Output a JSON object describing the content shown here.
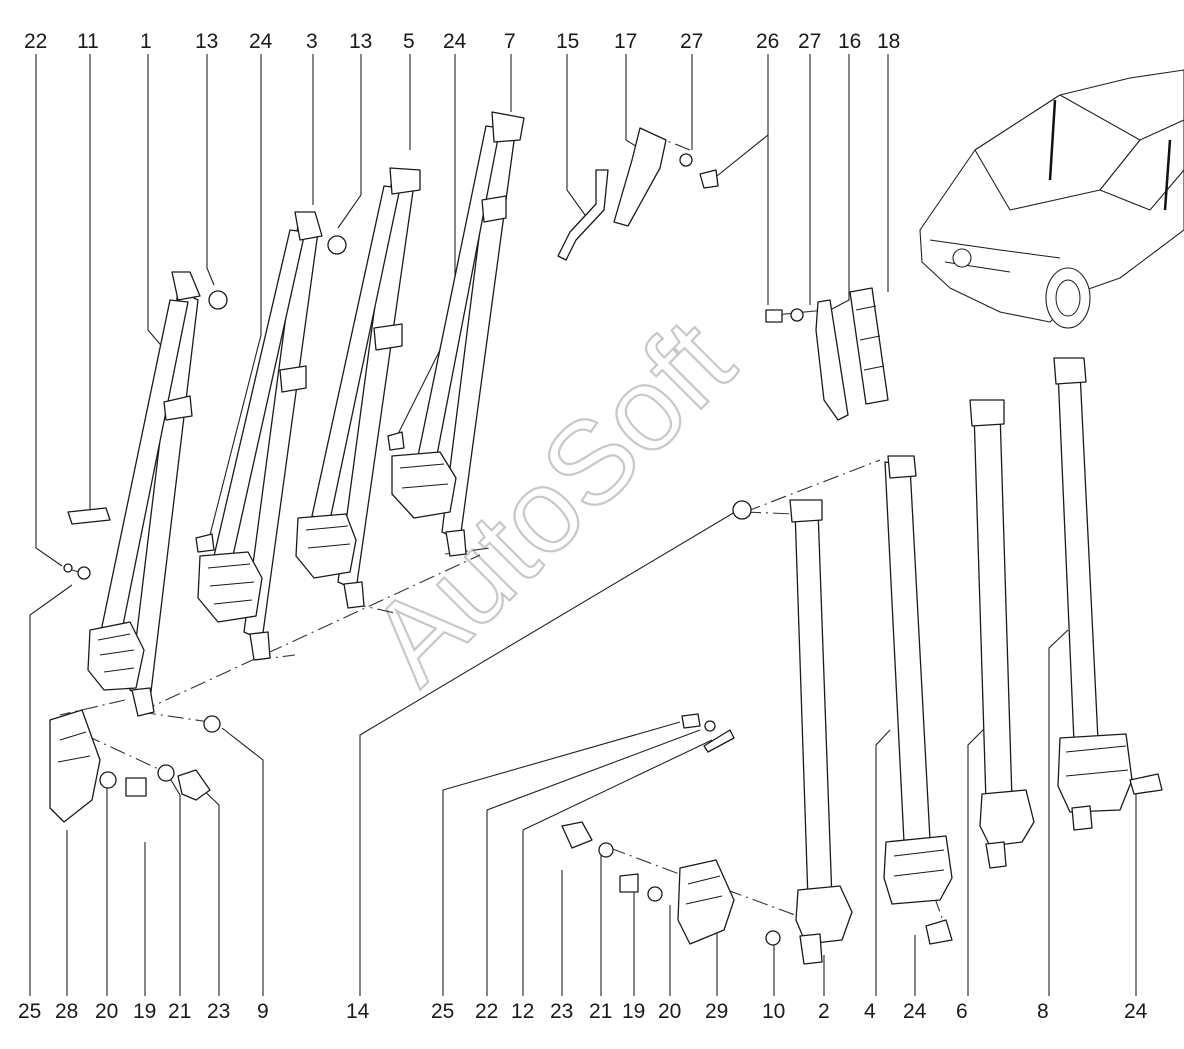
{
  "watermark": "AutoSoft",
  "labels_top": [
    "22",
    "11",
    "1",
    "13",
    "24",
    "3",
    "13",
    "5",
    "24",
    "7",
    "15",
    "17",
    "27",
    "26",
    "27",
    "16",
    "18"
  ],
  "labels_bottom": [
    "25",
    "28",
    "20",
    "19",
    "21",
    "23",
    "9",
    "14",
    "25",
    "22",
    "12",
    "23",
    "21",
    "19",
    "20",
    "29",
    "10",
    "2",
    "4",
    "24",
    "6",
    "8",
    "24"
  ]
}
